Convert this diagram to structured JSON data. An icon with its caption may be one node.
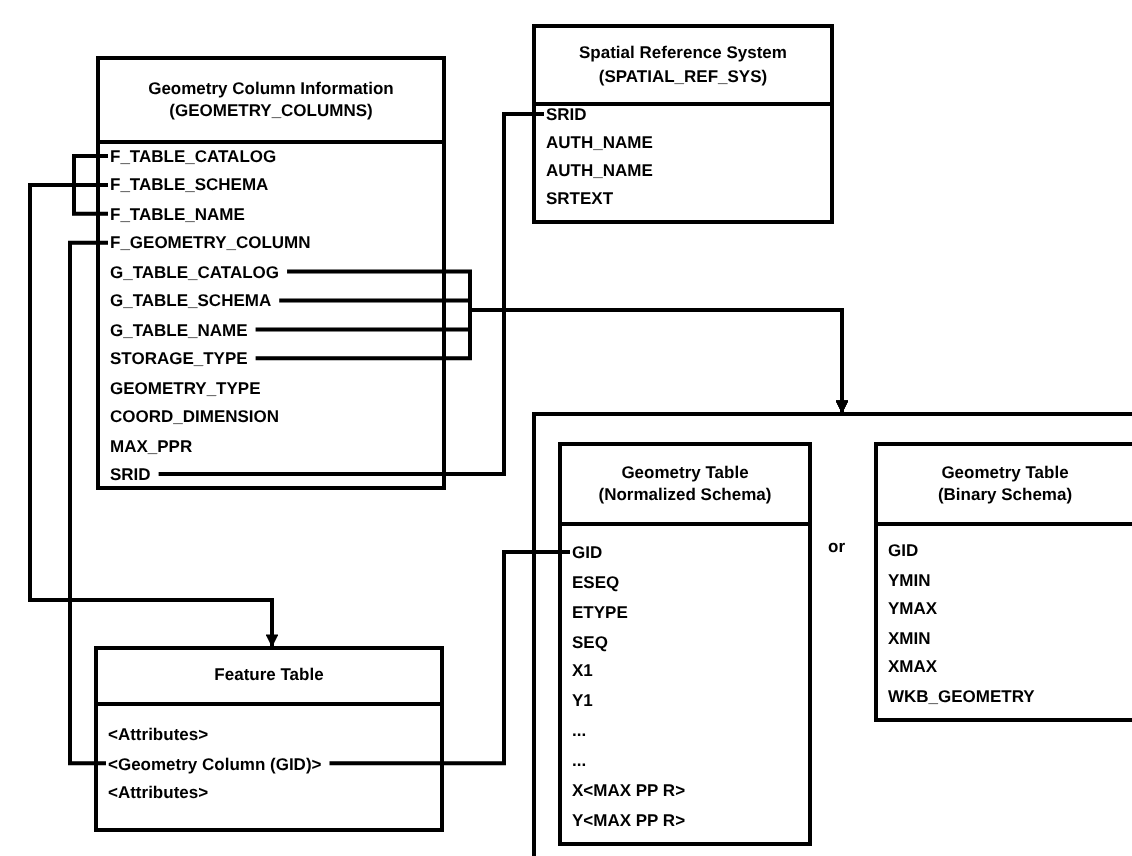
{
  "diagram": {
    "nodes": [
      {
        "text": [
          "Geometry Column Information (GEOMETRY_COLUMNS)"
        ]
      },
      {
        "text": [
          "F_TABLE_CATALOG"
        ],
        "in": 0
      },
      {
        "text": [
          "F_TABLE_SCHEMA"
        ],
        "in": 0
      },
      {
        "text": [
          "F_TABLE_NAME"
        ],
        "in": 0
      },
      {
        "text": [
          "F_GEOMETRY_COLUMN"
        ],
        "in": 0
      },
      {
        "text": [
          "G_TABLE_CATALOG"
        ],
        "in": 0
      },
      {
        "text": [
          "G_TABLE_SCHEMA"
        ],
        "in": 0
      },
      {
        "text": [
          "G_TABLE_NAME"
        ],
        "in": 0
      },
      {
        "text": [
          "STORAGE_TYPE"
        ],
        "in": 0
      },
      {
        "text": [
          "GEOMETRY_TYPE"
        ],
        "in": 0
      },
      {
        "text": [
          "COORD_DIMENSION"
        ],
        "in": 0
      },
      {
        "text": [
          "MAX_PPR"
        ],
        "in": 0
      },
      {
        "text": [
          "SRID"
        ],
        "in": 0
      },
      {
        "text": [
          "Spatial Reference System (SPATIAL_REF_SYS)"
        ]
      },
      {
        "text": [
          "SRID"
        ],
        "in": 13
      },
      {
        "text": [
          "AUTH_NAME"
        ],
        "in": 13
      },
      {
        "text": [
          "AUTH_NAME"
        ],
        "in": 13
      },
      {
        "text": [
          "SRTEXT"
        ],
        "in": 13
      },
      {
        "text": [
          "Feature Table"
        ]
      },
      {
        "text": [
          "<Attributes>"
        ],
        "in": 18
      },
      {
        "text": [
          "<Geometry Column (GID)>"
        ],
        "in": 18
      },
      {
        "text": [
          "<Attributes>"
        ],
        "in": 18
      },
      {
        "text": [],
        "shape": "box"
      },
      {
        "text": [
          "Geometry Table (Normalized Schema)"
        ],
        "in": 22
      },
      {
        "text": [
          "GID"
        ],
        "in": 23
      },
      {
        "text": [
          "ESEQ"
        ],
        "in": 23
      },
      {
        "text": [
          "ETYPE"
        ],
        "in": 23
      },
      {
        "text": [
          "SEQ"
        ],
        "in": 23
      },
      {
        "text": [
          "X1"
        ],
        "in": 23
      },
      {
        "text": [
          "Y1"
        ],
        "in": 23
      },
      {
        "text": [
          "..."
        ],
        "in": 23
      },
      {
        "text": [
          "..."
        ],
        "in": 23
      },
      {
        "text": [
          "X<MAX PP R>"
        ],
        "in": 23
      },
      {
        "text": [
          "Y<MAX PP R>"
        ],
        "in": 23
      },
      {
        "text": [
          "Geometry Table (Binary Schema)"
        ],
        "in": 22
      },
      {
        "text": [
          "GID"
        ],
        "in": 34
      },
      {
        "text": [
          "YMIN"
        ],
        "in": 34
      },
      {
        "text": [
          "YMAX"
        ],
        "in": 34
      },
      {
        "text": [
          "XMIN"
        ],
        "in": 34
      },
      {
        "text": [
          "XMAX"
        ],
        "in": 34
      },
      {
        "text": [
          "WKB_GEOMETRY"
        ],
        "in": 34
      }
    ],
    "edges": [
      {
        "from": 1,
        "to": 3,
        "arrow": "none"
      },
      {
        "from": 2,
        "to": 18,
        "arrow": "to"
      },
      {
        "from": 4,
        "to": 20,
        "arrow": "none"
      },
      {
        "from": 5,
        "to": 22,
        "arrow": "to"
      },
      {
        "from": 6,
        "to": 22,
        "arrow": "to"
      },
      {
        "from": 7,
        "to": 22,
        "arrow": "to"
      },
      {
        "from": 8,
        "to": 22,
        "arrow": "to"
      },
      {
        "from": 12,
        "to": 14,
        "arrow": "none"
      },
      {
        "from": 20,
        "to": 24,
        "arrow": "none"
      }
    ],
    "labels": [
      "or"
    ]
  }
}
